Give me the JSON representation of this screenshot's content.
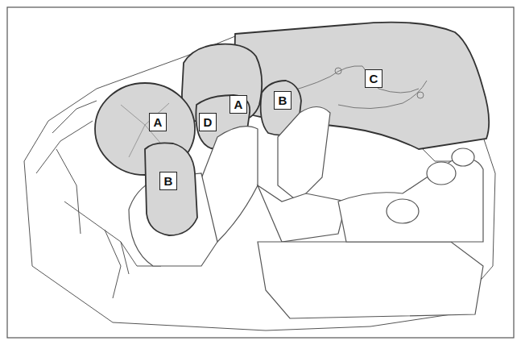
{
  "diagram": {
    "nodes": [
      {
        "text": [
          "C"
        ]
      },
      {
        "text": [
          "B"
        ]
      },
      {
        "text": [
          "A"
        ]
      },
      {
        "text": [
          "A"
        ]
      },
      {
        "text": [
          "D"
        ]
      },
      {
        "text": [
          "B"
        ]
      }
    ]
  }
}
